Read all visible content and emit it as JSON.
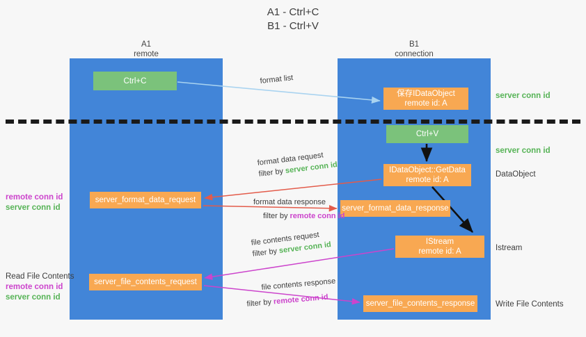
{
  "title": {
    "line1": "A1 - Ctrl+C",
    "line2": "B1 - Ctrl+V"
  },
  "lanes": [
    {
      "name": "A1",
      "role": "remote"
    },
    {
      "name": "B1",
      "role": "connection"
    }
  ],
  "nodes": {
    "ctrl_c": {
      "line1": "Ctrl+C"
    },
    "idataobject": {
      "line1": "保存IDataObject",
      "line2": "remote id: A"
    },
    "ctrl_v": {
      "line1": "Ctrl+V"
    },
    "getdata": {
      "line1": "IDataObject::GetData",
      "line2": "remote id: A"
    },
    "istream": {
      "line1": "IStream",
      "line2": "remote id: A"
    },
    "format_data_request": {
      "line1": "server_format_data_request"
    },
    "format_data_response": {
      "line1": "server_format_data_response"
    },
    "file_contents_request": {
      "line1": "server_file_contents_request"
    },
    "file_contents_response": {
      "line1": "server_file_contents_response"
    }
  },
  "right_labels": {
    "server_conn_id_1": "server conn id",
    "server_conn_id_2": "server conn id",
    "dataobject": "DataObject",
    "istream": "Istream",
    "write_file_contents": "Write File Contents"
  },
  "left_labels": {
    "pair1": {
      "remote": "remote conn id",
      "server": "server conn id"
    },
    "block2": {
      "header": "Read File Contents",
      "remote": "remote conn id",
      "server": "server conn id"
    }
  },
  "annotations": {
    "format_list": {
      "text": "format list"
    },
    "format_data_request": {
      "line1": "format data request",
      "filter_prefix": "filter by ",
      "filter_key": "server conn id"
    },
    "format_data_response": {
      "line1": "format data response",
      "filter_prefix": "filter by ",
      "filter_key": "remote conn id"
    },
    "file_contents_request": {
      "line1": "file contents request",
      "filter_prefix": "filter by ",
      "filter_key": "server conn id"
    },
    "file_contents_response": {
      "line1": "file contents response",
      "filter_prefix": "filter by ",
      "filter_key": "remote conn id"
    }
  },
  "colors": {
    "lane": "#4285d8",
    "orange_box": "#f8a852",
    "green_box": "#7bc27b",
    "server_conn_id": "#56b356",
    "remote_conn_id": "#cc44cc",
    "arrow_format_list": "#a9d3f0",
    "arrow_format_data": "#e35b4a",
    "arrow_file_contents": "#cc44cc",
    "arrow_internal": "#111111",
    "divider": "#1a1a1a",
    "background": "#f7f7f7"
  }
}
